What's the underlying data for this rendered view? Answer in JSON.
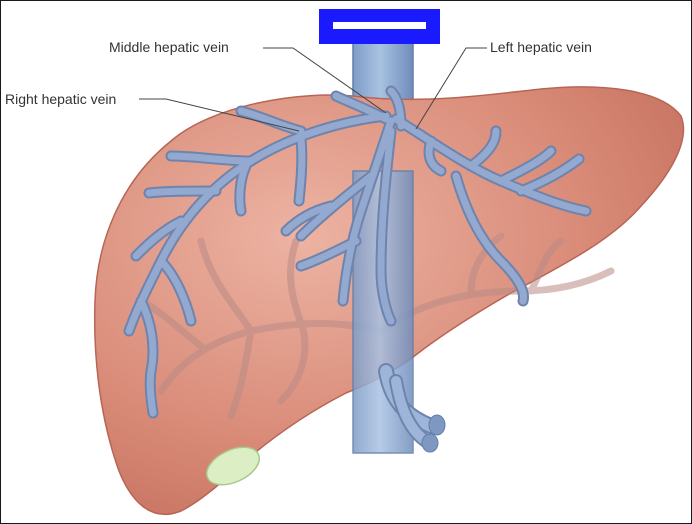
{
  "diagram": {
    "labels": {
      "middle_hepatic_vein": "Middle hepatic vein",
      "left_hepatic_vein": "Left hepatic vein",
      "right_hepatic_vein": "Right hepatic vein"
    },
    "colors": {
      "liver": "#d88a78",
      "liver_shadow": "#c9705f",
      "vein": "#8fa3c8",
      "vein_outline": "#6e84ad",
      "ivc": "#8fb0d6",
      "gallbladder": "#d9efc0",
      "redaction_box": "#1a1aff"
    }
  }
}
